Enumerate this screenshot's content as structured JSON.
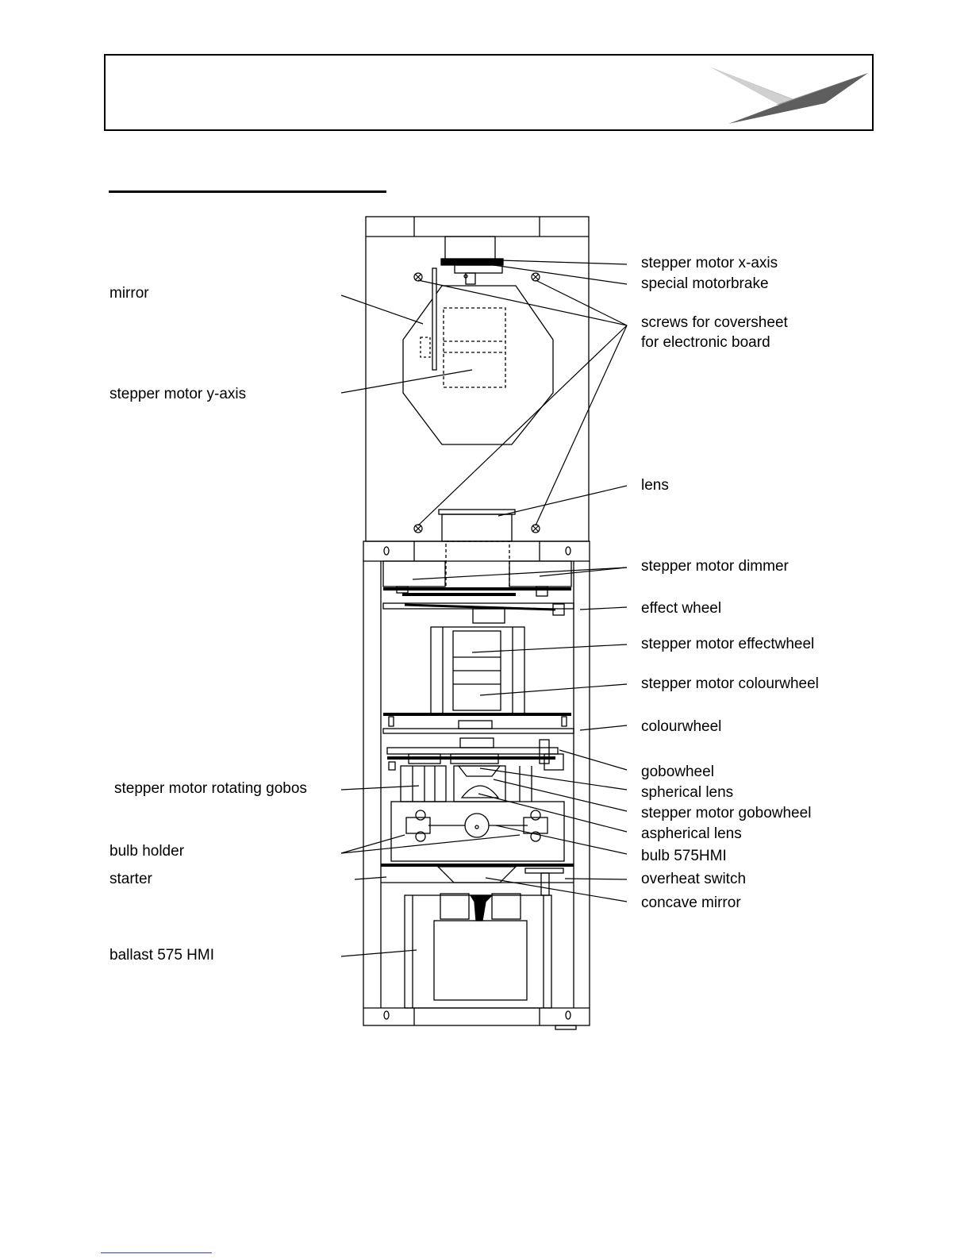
{
  "labels": {
    "stepper_motor_x_axis": "stepper motor x-axis",
    "special_motorbrake": "special motorbrake",
    "screws_line1": "screws for coversheet",
    "screws_line2": "for electronic board",
    "mirror": "mirror",
    "stepper_motor_y_axis": "stepper motor y-axis",
    "lens": "lens",
    "stepper_motor_dimmer": "stepper motor dimmer",
    "effect_wheel": "effect wheel",
    "stepper_motor_effectwheel": "stepper motor effectwheel",
    "stepper_motor_colourwheel": "stepper motor colourwheel",
    "colourwheel": "colourwheel",
    "gobowheel": "gobowheel",
    "spherical_lens": "spherical lens",
    "stepper_motor_gobowheel": "stepper motor gobowheel",
    "aspherical_lens": "aspherical lens",
    "bulb_575hmi": "bulb 575HMI",
    "overheat_switch": "overheat switch",
    "concave_mirror": "concave mirror",
    "stepper_motor_rotating_gobos": "stepper motor rotating gobos",
    "bulb_holder": "bulb holder",
    "starter": "starter",
    "ballast_575_hmi": "ballast 575 HMI"
  },
  "colors": {
    "line": "#000000",
    "logo_light": "#b8b8b8",
    "logo_dark": "#5e5e5e",
    "footer_link": "#2a3cff"
  }
}
